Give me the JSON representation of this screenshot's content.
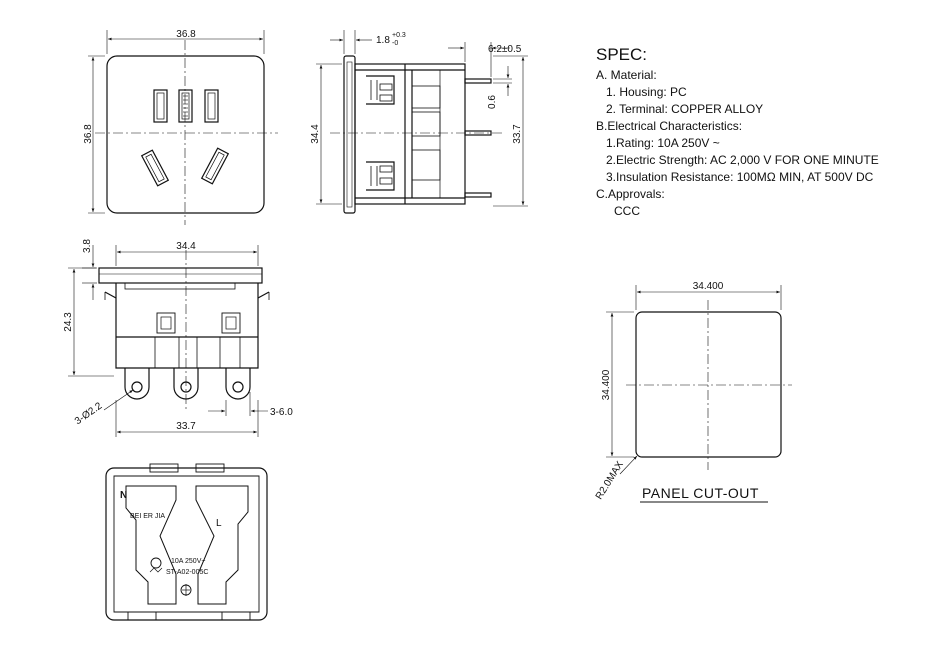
{
  "front_view": {
    "width_dim": "36.8",
    "height_dim": "36.8"
  },
  "side_view": {
    "flange_dim": "1.8",
    "flange_tol_top": "+0.3",
    "flange_tol_bottom": "-0",
    "pin_length_dim": "6.2±0.5",
    "pin_thickness_dim": "0.6",
    "body_height_dim": "34.4",
    "overall_height_dim": "33.7"
  },
  "bottom_view": {
    "top_width_dim": "34.4",
    "flange_dim": "3.8",
    "height_dim": "24.3",
    "holes_dim": "3-Ø2.2",
    "tab_dim": "3-6.0",
    "bottom_width_dim": "33.7"
  },
  "rear_view": {
    "neutral_mark": "N",
    "live_mark": "L",
    "brand": "BEI ER JIA",
    "rating": "10A 250V~",
    "model": "ST-A02-005C"
  },
  "spec": {
    "title": "SPEC:",
    "lines": [
      "A. Material:",
      "1.  Housing: PC",
      "2.  Terminal: COPPER ALLOY",
      "B.Electrical Characteristics:",
      "1.Rating:  10A 250V ~",
      "2.Electric Strength: AC 2,000 V FOR ONE MINUTE",
      "3.Insulation Resistance: 100MΩ MIN, AT 500V DC",
      "C.Approvals:",
      "CCC"
    ]
  },
  "panel_cutout": {
    "width_dim": "34.400",
    "height_dim": "34.400",
    "radius_dim": "R2.0MAX",
    "title": "PANEL  CUT-OUT"
  }
}
